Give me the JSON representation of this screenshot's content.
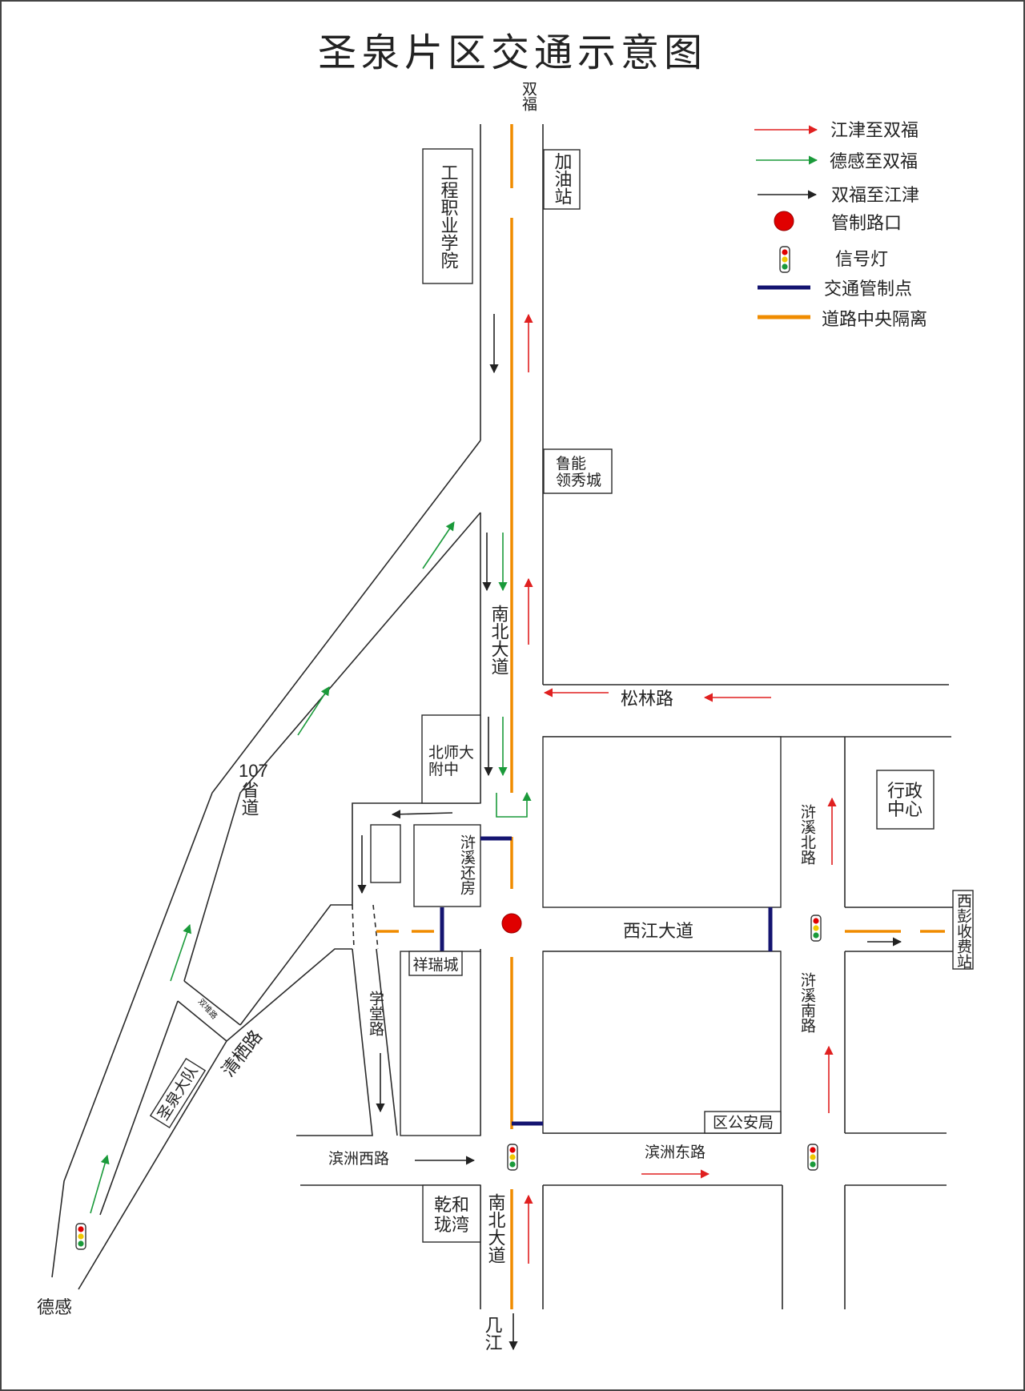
{
  "title": "圣泉片区交通示意图",
  "colors": {
    "jiangjin_to_shuangfu": "#e02020",
    "degan_to_shuangfu": "#1a9a3a",
    "shuangfu_to_jiangjin": "#222222",
    "control_intersection": "#e00000",
    "traffic_control_point": "#141470",
    "median": "#f08c00"
  },
  "legend": [
    {
      "key": "red-arrow",
      "label": "江津至双福"
    },
    {
      "key": "green-arrow",
      "label": "德感至双福"
    },
    {
      "key": "black-arrow",
      "label": "双福至江津"
    },
    {
      "key": "red-dot",
      "label": "管制路口"
    },
    {
      "key": "traffic-light",
      "label": "信号灯"
    },
    {
      "key": "blue-line",
      "label": "交通管制点"
    },
    {
      "key": "orange-line",
      "label": "道路中央隔离"
    }
  ],
  "places": {
    "shuangfu": "双福",
    "jiayouzhan": "加油站",
    "gongcheng": "工程职业学院",
    "luneng": [
      "鲁能",
      "领秀城"
    ],
    "nanbei_dadao": "南北大道",
    "songlin_lu": "松林路",
    "beishi": [
      "北师大",
      "附中"
    ],
    "route_107": [
      "107",
      "省道"
    ],
    "xuxi_huanfang": "浒溪还房",
    "xiangrui": "祥瑞城",
    "xijiang_dadao": "西江大道",
    "xingzheng": [
      "行政",
      "中心"
    ],
    "xuxi_beilu": "浒溪北路",
    "xuxi_nanlu": "浒溪南路",
    "xipeng": "西彭收费站",
    "xuetang_lu": "学堂路",
    "qingqi_lu": "清栖路",
    "shuangdui_lu": "双堆路",
    "shengquan_dadui": "圣泉大队",
    "qu_gonganju": "区公安局",
    "binzhou_xilu": "滨洲西路",
    "binzhou_donglu": "滨洲东路",
    "qianhe": [
      "乾和",
      "珑湾"
    ],
    "nanbei_dadao_south": "南北大道",
    "degan": "德感",
    "jijiang": "几江"
  }
}
